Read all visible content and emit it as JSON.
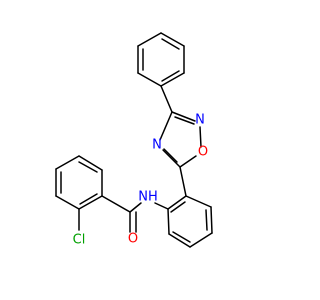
{
  "molecule": {
    "atom_labels": {
      "chlorine": "Cl",
      "carbonyl_oxygen": "O",
      "amide_nh": "NH",
      "oxadiazole_n4": "N",
      "oxadiazole_n2": "N",
      "oxadiazole_o1": "O"
    },
    "colors": {
      "bond": "#000000",
      "carbon": "#000000",
      "chlorine": "#00a000",
      "oxygen": "#ff0000",
      "nitrogen": "#0000ff"
    }
  }
}
